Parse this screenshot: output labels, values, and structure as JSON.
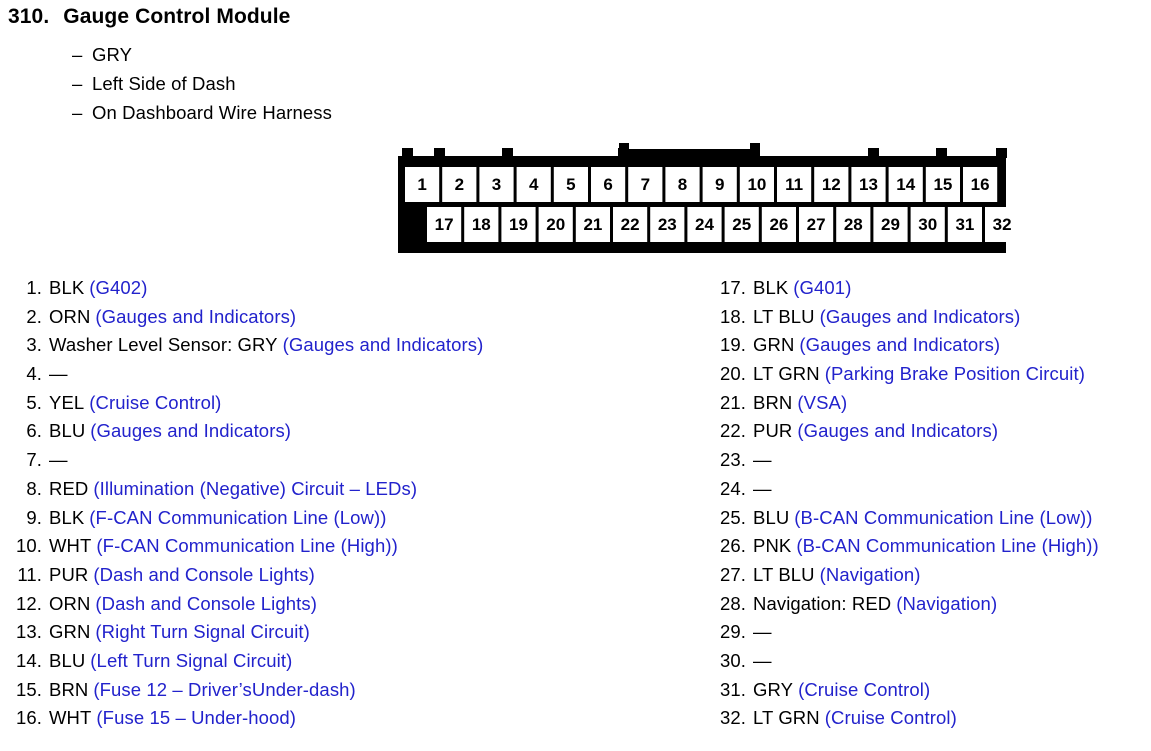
{
  "header": {
    "number": "310.",
    "title": "Gauge Control Module",
    "bullets": [
      "GRY",
      "Left Side of Dash",
      "On Dashboard Wire Harness"
    ],
    "dash": "–"
  },
  "connector": {
    "top_row_pins": [
      "1",
      "2",
      "3",
      "4",
      "5",
      "6",
      "7",
      "8",
      "9",
      "10",
      "11",
      "12",
      "13",
      "14",
      "15",
      "16"
    ],
    "bottom_row_pins": [
      "17",
      "18",
      "19",
      "20",
      "21",
      "22",
      "23",
      "24",
      "25",
      "26",
      "27",
      "28",
      "29",
      "30",
      "31",
      "32"
    ],
    "latch_spans_pins": [
      "7",
      "10"
    ],
    "tab_count": 6,
    "outline_color": "#000000",
    "cell_fill": "#ffffff"
  },
  "colors": {
    "text": "#000000",
    "circuit": "#2222cc",
    "background": "#ffffff"
  },
  "pins": {
    "left": [
      {
        "index": "1.",
        "wire": "BLK",
        "circuit": "(G402)"
      },
      {
        "index": "2.",
        "wire": "ORN",
        "circuit": "(Gauges and Indicators)"
      },
      {
        "index": "3.",
        "wire": "Washer Level Sensor: GRY",
        "circuit": "(Gauges and Indicators)"
      },
      {
        "index": "4.",
        "wire": "—",
        "circuit": ""
      },
      {
        "index": "5.",
        "wire": "YEL",
        "circuit": "(Cruise Control)"
      },
      {
        "index": "6.",
        "wire": "BLU",
        "circuit": "(Gauges and Indicators)"
      },
      {
        "index": "7.",
        "wire": "—",
        "circuit": ""
      },
      {
        "index": "8.",
        "wire": "RED",
        "circuit": "(Illumination (Negative) Circuit – LEDs)"
      },
      {
        "index": "9.",
        "wire": "BLK",
        "circuit": "(F-CAN Communication Line (Low))"
      },
      {
        "index": "10.",
        "wire": "WHT",
        "circuit": "(F-CAN Communication Line (High))"
      },
      {
        "index": "11.",
        "wire": "PUR",
        "circuit": "(Dash and Console Lights)"
      },
      {
        "index": "12.",
        "wire": "ORN",
        "circuit": "(Dash and Console Lights)"
      },
      {
        "index": "13.",
        "wire": "GRN",
        "circuit": "(Right Turn Signal Circuit)"
      },
      {
        "index": "14.",
        "wire": "BLU",
        "circuit": "(Left Turn Signal Circuit)"
      },
      {
        "index": "15.",
        "wire": "BRN",
        "circuit": "(Fuse 12 – Driver’sUnder-dash)"
      },
      {
        "index": "16.",
        "wire": "WHT",
        "circuit": "(Fuse 15 – Under-hood)"
      }
    ],
    "right": [
      {
        "index": "17.",
        "wire": "BLK",
        "circuit": "(G401)"
      },
      {
        "index": "18.",
        "wire": "LT BLU",
        "circuit": "(Gauges and Indicators)"
      },
      {
        "index": "19.",
        "wire": "GRN",
        "circuit": "(Gauges and Indicators)"
      },
      {
        "index": "20.",
        "wire": "LT GRN",
        "circuit": "(Parking Brake Position Circuit)"
      },
      {
        "index": "21.",
        "wire": "BRN",
        "circuit": "(VSA)"
      },
      {
        "index": "22.",
        "wire": "PUR",
        "circuit": "(Gauges and Indicators)"
      },
      {
        "index": "23.",
        "wire": "—",
        "circuit": ""
      },
      {
        "index": "24.",
        "wire": "—",
        "circuit": ""
      },
      {
        "index": "25.",
        "wire": "BLU",
        "circuit": "(B-CAN Communication Line (Low))"
      },
      {
        "index": "26.",
        "wire": "PNK",
        "circuit": "(B-CAN Communication Line (High))"
      },
      {
        "index": "27.",
        "wire": "LT BLU",
        "circuit": "(Navigation)"
      },
      {
        "index": "28.",
        "wire": "Navigation: RED",
        "circuit": "(Navigation)"
      },
      {
        "index": "29.",
        "wire": "—",
        "circuit": ""
      },
      {
        "index": "30.",
        "wire": "—",
        "circuit": ""
      },
      {
        "index": "31.",
        "wire": "GRY",
        "circuit": "(Cruise Control)"
      },
      {
        "index": "32.",
        "wire": "LT GRN",
        "circuit": "(Cruise Control)"
      }
    ]
  }
}
